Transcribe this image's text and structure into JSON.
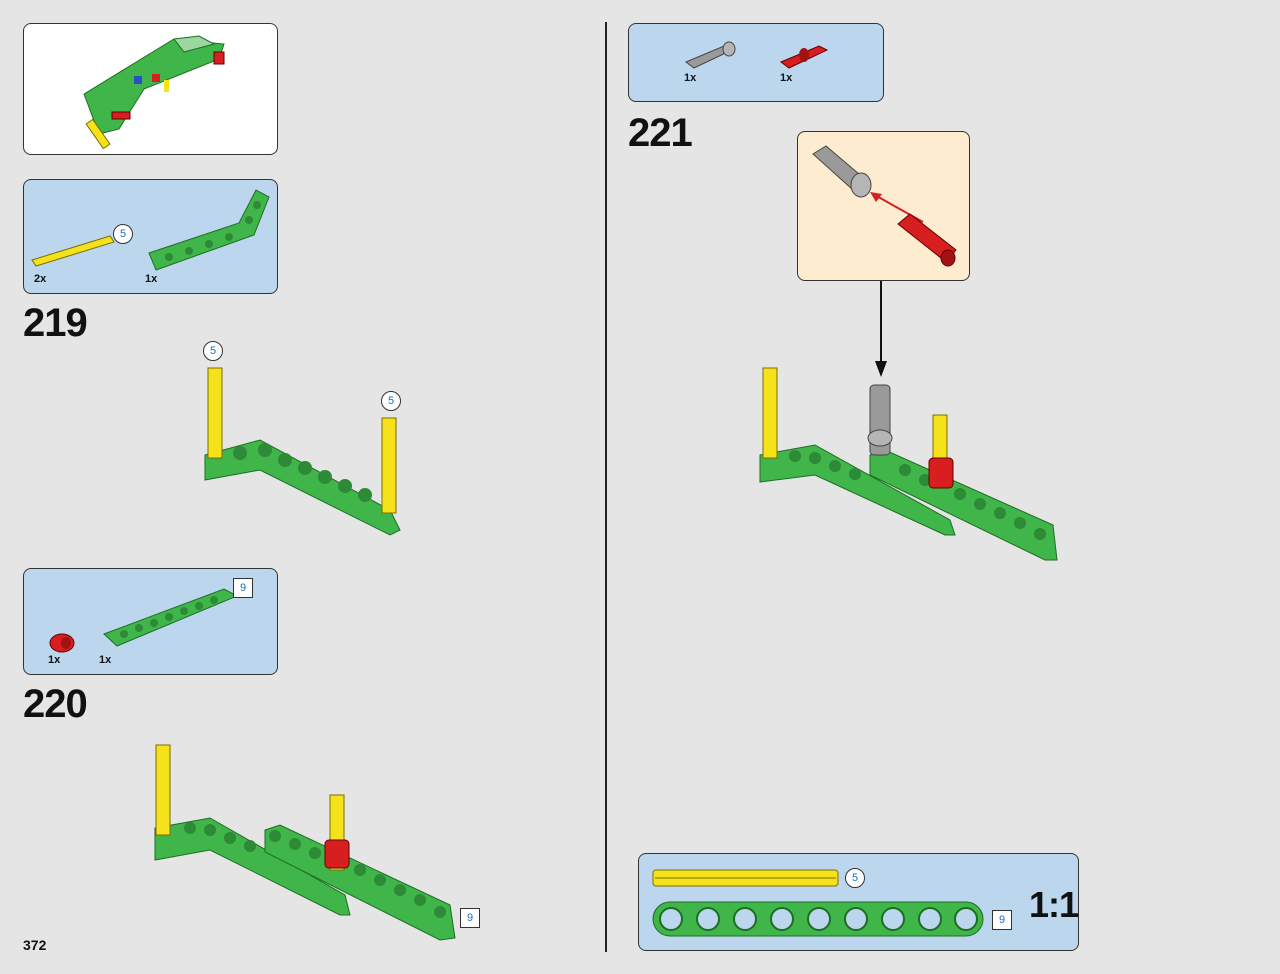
{
  "page": {
    "number": "372"
  },
  "steps": [
    {
      "number": "219",
      "parts": [
        {
          "qty": "2x",
          "length": "5"
        },
        {
          "qty": "1x"
        }
      ],
      "callouts": [
        "5",
        "5"
      ]
    },
    {
      "number": "220",
      "parts": [
        {
          "qty": "1x"
        },
        {
          "qty": "1x",
          "length": "9"
        }
      ],
      "callouts": [
        "9"
      ]
    },
    {
      "number": "221",
      "parts": [
        {
          "qty": "1x"
        },
        {
          "qty": "1x"
        }
      ]
    }
  ],
  "ruler": {
    "axle_length": "5",
    "beam_length": "9",
    "scale": "1:1"
  },
  "colors": {
    "page_bg": "#e5e5e5",
    "parts_box": "#bcd6ee",
    "detail_box": "#fdecd0",
    "green": "#3fb54a",
    "yellow": "#f5e21b",
    "red": "#d71f1f",
    "gray": "#9a9a9a"
  },
  "icons": [
    "model-preview",
    "yellow-axle",
    "green-bent-beam",
    "red-bush",
    "green-straight-beam",
    "gray-axle-pin",
    "red-axle-pin",
    "insert-arrow"
  ]
}
